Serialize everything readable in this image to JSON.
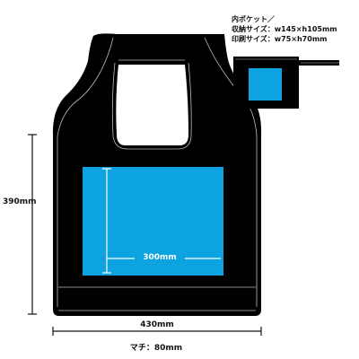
{
  "labels": {
    "height": "390mm",
    "width": "430mm",
    "gusset": "マチ：80mm",
    "print_width": "300mm"
  },
  "pocket_text": [
    "内ポケット／",
    "収納サイズ：w145×h105mm",
    "印刷サイズ：w75×h70mm"
  ],
  "colors": {
    "bag": "#000000",
    "print_area": "#0ca3e0",
    "stitch": "#bdbdbd",
    "dimension_line": "#111111"
  }
}
